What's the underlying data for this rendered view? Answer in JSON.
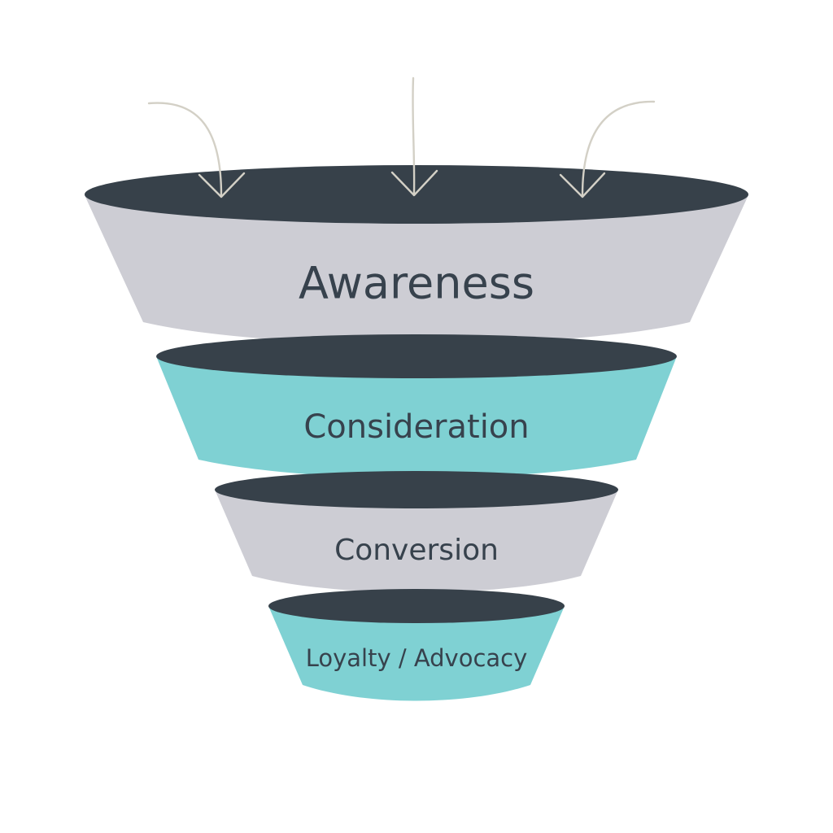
{
  "diagram": {
    "type": "funnel",
    "stages": [
      {
        "label": "Awareness",
        "fill": "#cdcdd4",
        "rim": "#37414a"
      },
      {
        "label": "Consideration",
        "fill": "#7fd1d3",
        "rim": "#37414a"
      },
      {
        "label": "Conversion",
        "fill": "#cdcdd4",
        "rim": "#37414a"
      },
      {
        "label": "Loyalty / Advocacy",
        "fill": "#7fd1d3",
        "rim": "#37414a"
      }
    ],
    "arrow_color": "#d3d0c6",
    "arrow_icons": [
      "arrow-left-curved",
      "arrow-center-straight",
      "arrow-right-curved"
    ]
  }
}
